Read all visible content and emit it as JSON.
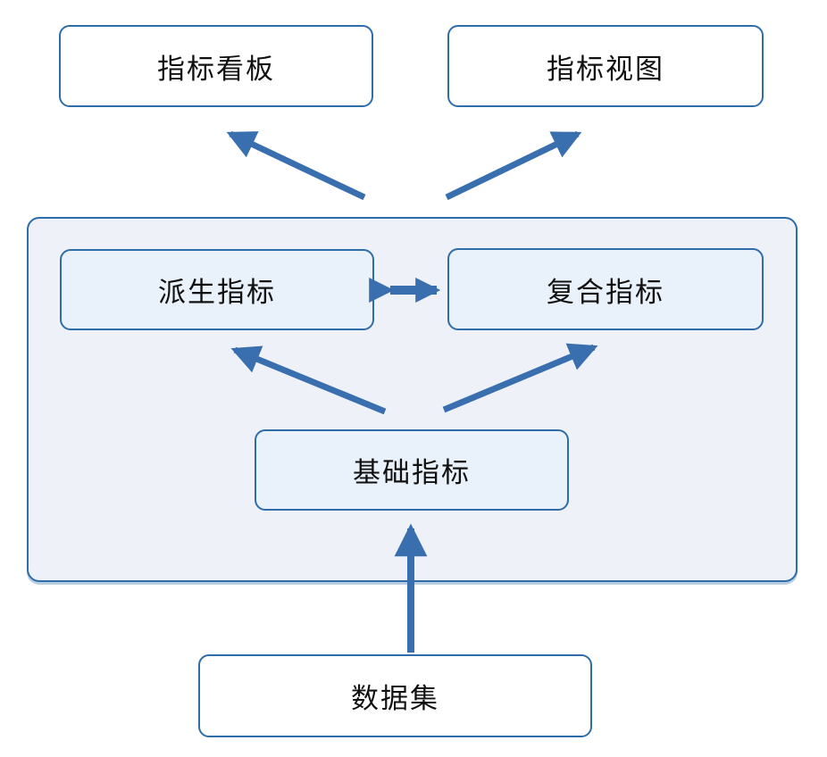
{
  "diagram": {
    "title": "indicator-hierarchy-diagram",
    "nodes": {
      "dashboard": {
        "label": "指标看板"
      },
      "view": {
        "label": "指标视图"
      },
      "derived": {
        "label": "派生指标"
      },
      "composite": {
        "label": "复合指标"
      },
      "basic": {
        "label": "基础指标"
      },
      "dataset": {
        "label": "数据集"
      }
    },
    "edges": [
      {
        "from": "dataset",
        "to": "basic",
        "type": "arrow"
      },
      {
        "from": "basic",
        "to": "derived",
        "type": "arrow"
      },
      {
        "from": "basic",
        "to": "composite",
        "type": "arrow"
      },
      {
        "from": "derived",
        "to": "composite",
        "type": "double-arrow"
      },
      {
        "from": "indicator-group",
        "to": "dashboard",
        "type": "arrow"
      },
      {
        "from": "indicator-group",
        "to": "view",
        "type": "arrow"
      }
    ],
    "colors": {
      "arrow": "#3a6faf",
      "node_border": "#2e6da8",
      "container_fill": "#eef1f7",
      "inner_node_fill": "#e9f1fb",
      "outer_node_fill": "#ffffff",
      "text": "#111111",
      "page_background": "#ffffff"
    }
  }
}
